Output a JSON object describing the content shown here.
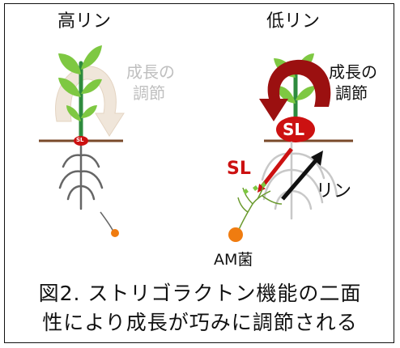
{
  "panels": {
    "high_p": {
      "title": "高リン",
      "regulation_label": [
        "成長の",
        "調節"
      ],
      "sl_badge": "SL"
    },
    "low_p": {
      "title": "低リン",
      "regulation_label": [
        "成長の",
        "調節"
      ],
      "sl_badge": "SL",
      "sl_arrow_label": "SL",
      "phosphorus_arrow_label": "リン",
      "fungus_label": "AM菌"
    }
  },
  "caption": [
    "図2. ストリゴラクトン機能の二面",
    "性により成長が巧みに調節される"
  ],
  "colors": {
    "leaf": "#7ec842",
    "stem": "#2e8b3e",
    "soil": "#7a4a2a",
    "root": "#666666",
    "sl_red": "#cc1111",
    "fungus": "#f07c10",
    "faded_arrow": "#f0e6da",
    "faded_text": "#bfbfbf",
    "dark_red_arrow": "#9b1010"
  }
}
